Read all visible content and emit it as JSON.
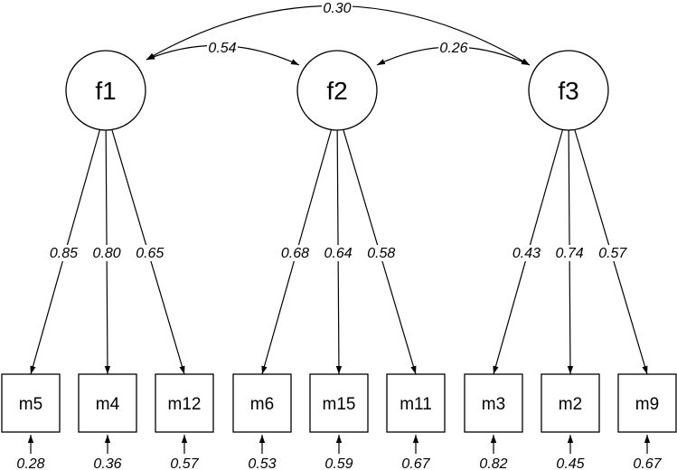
{
  "latents": [
    {
      "id": "f1",
      "label": "f1"
    },
    {
      "id": "f2",
      "label": "f2"
    },
    {
      "id": "f3",
      "label": "f3"
    }
  ],
  "observed": [
    {
      "id": "m5",
      "label": "m5",
      "factor": "f1",
      "loading": "0.85",
      "residual": "0.28"
    },
    {
      "id": "m4",
      "label": "m4",
      "factor": "f1",
      "loading": "0.80",
      "residual": "0.36"
    },
    {
      "id": "m12",
      "label": "m12",
      "factor": "f1",
      "loading": "0.65",
      "residual": "0.57"
    },
    {
      "id": "m6",
      "label": "m6",
      "factor": "f2",
      "loading": "0.68",
      "residual": "0.53"
    },
    {
      "id": "m15",
      "label": "m15",
      "factor": "f2",
      "loading": "0.64",
      "residual": "0.59"
    },
    {
      "id": "m11",
      "label": "m11",
      "factor": "f2",
      "loading": "0.58",
      "residual": "0.67"
    },
    {
      "id": "m3",
      "label": "m3",
      "factor": "f3",
      "loading": "0.43",
      "residual": "0.82"
    },
    {
      "id": "m2",
      "label": "m2",
      "factor": "f3",
      "loading": "0.74",
      "residual": "0.45"
    },
    {
      "id": "m9",
      "label": "m9",
      "factor": "f3",
      "loading": "0.57",
      "residual": "0.67"
    }
  ],
  "covariances": [
    {
      "from": "f1",
      "to": "f2",
      "value": "0.54"
    },
    {
      "from": "f2",
      "to": "f3",
      "value": "0.26"
    },
    {
      "from": "f1",
      "to": "f3",
      "value": "0.30"
    }
  ]
}
